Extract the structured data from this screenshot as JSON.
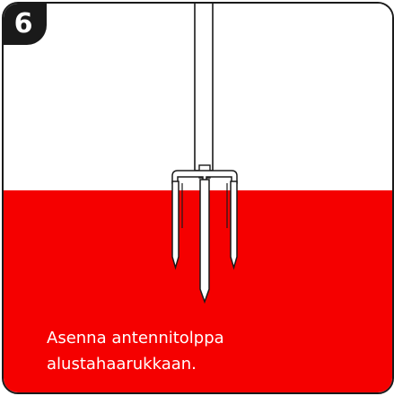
{
  "step": {
    "number": "6"
  },
  "caption": {
    "line1": "Asenna antennitolppa",
    "line2": "alustahaarukkaan."
  },
  "colors": {
    "ground": "#f50000",
    "sky": "#ffffff",
    "badge": "#1a1a1a",
    "text": "#ffffff"
  },
  "illustration": {
    "icon": "antenna-pole-in-ground-fork"
  }
}
